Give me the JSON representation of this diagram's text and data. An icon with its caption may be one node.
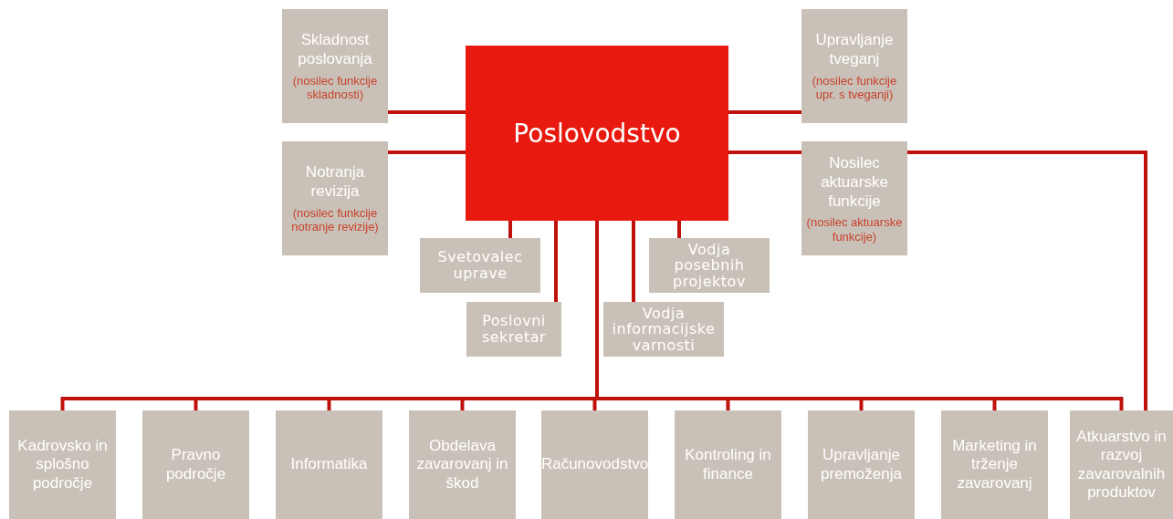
{
  "diagram": {
    "nodes": [
      {
        "text": [
          "Poslovodstvo"
        ]
      },
      {
        "text": [
          "Skladnost poslovanja",
          "(nosilec funkcije skladnosti)"
        ]
      },
      {
        "text": [
          "Upravljanje tveganj",
          "(nosilec funkcije upr. s tveganji)"
        ]
      },
      {
        "text": [
          "Notranja revizija",
          "(nosilec funkcije notranje revizije)"
        ]
      },
      {
        "text": [
          "Nosilec aktuarske funkcije",
          "(nosilec aktuarske funkcije)"
        ]
      },
      {
        "text": [
          "Svetovalec uprave"
        ]
      },
      {
        "text": [
          "Vodja posebnih projektov"
        ]
      },
      {
        "text": [
          "Poslovni sekretar"
        ]
      },
      {
        "text": [
          "Vodja informacijske varnosti"
        ]
      },
      {
        "text": [
          "Kadrovsko in splošno področje"
        ]
      },
      {
        "text": [
          "Pravno področje"
        ]
      },
      {
        "text": [
          "Informatika"
        ]
      },
      {
        "text": [
          "Obdelava zavarovanj in škod"
        ]
      },
      {
        "text": [
          "Računovodstvo"
        ]
      },
      {
        "text": [
          "Kontroling in finance"
        ]
      },
      {
        "text": [
          "Upravljanje premoženja"
        ]
      },
      {
        "text": [
          "Marketing in trženje zavarovanj"
        ]
      },
      {
        "text": [
          "Atkuarstvo in razvoj zavarovalnih produktov"
        ]
      }
    ],
    "edges": [
      {
        "from": 0,
        "to": 1,
        "arrow": "none"
      },
      {
        "from": 0,
        "to": 2,
        "arrow": "none"
      },
      {
        "from": 0,
        "to": 3,
        "arrow": "none"
      },
      {
        "from": 0,
        "to": 4,
        "arrow": "none"
      },
      {
        "from": 0,
        "to": 5,
        "arrow": "none"
      },
      {
        "from": 0,
        "to": 6,
        "arrow": "none"
      },
      {
        "from": 0,
        "to": 7,
        "arrow": "none"
      },
      {
        "from": 0,
        "to": 8,
        "arrow": "none"
      },
      {
        "from": 0,
        "to": 9,
        "arrow": "none"
      },
      {
        "from": 0,
        "to": 10,
        "arrow": "none"
      },
      {
        "from": 0,
        "to": 11,
        "arrow": "none"
      },
      {
        "from": 0,
        "to": 12,
        "arrow": "none"
      },
      {
        "from": 0,
        "to": 13,
        "arrow": "none"
      },
      {
        "from": 0,
        "to": 14,
        "arrow": "none"
      },
      {
        "from": 0,
        "to": 15,
        "arrow": "none"
      },
      {
        "from": 0,
        "to": 16,
        "arrow": "none"
      },
      {
        "from": 0,
        "to": 17,
        "arrow": "none"
      },
      {
        "from": 4,
        "to": 17,
        "arrow": "none"
      }
    ]
  }
}
